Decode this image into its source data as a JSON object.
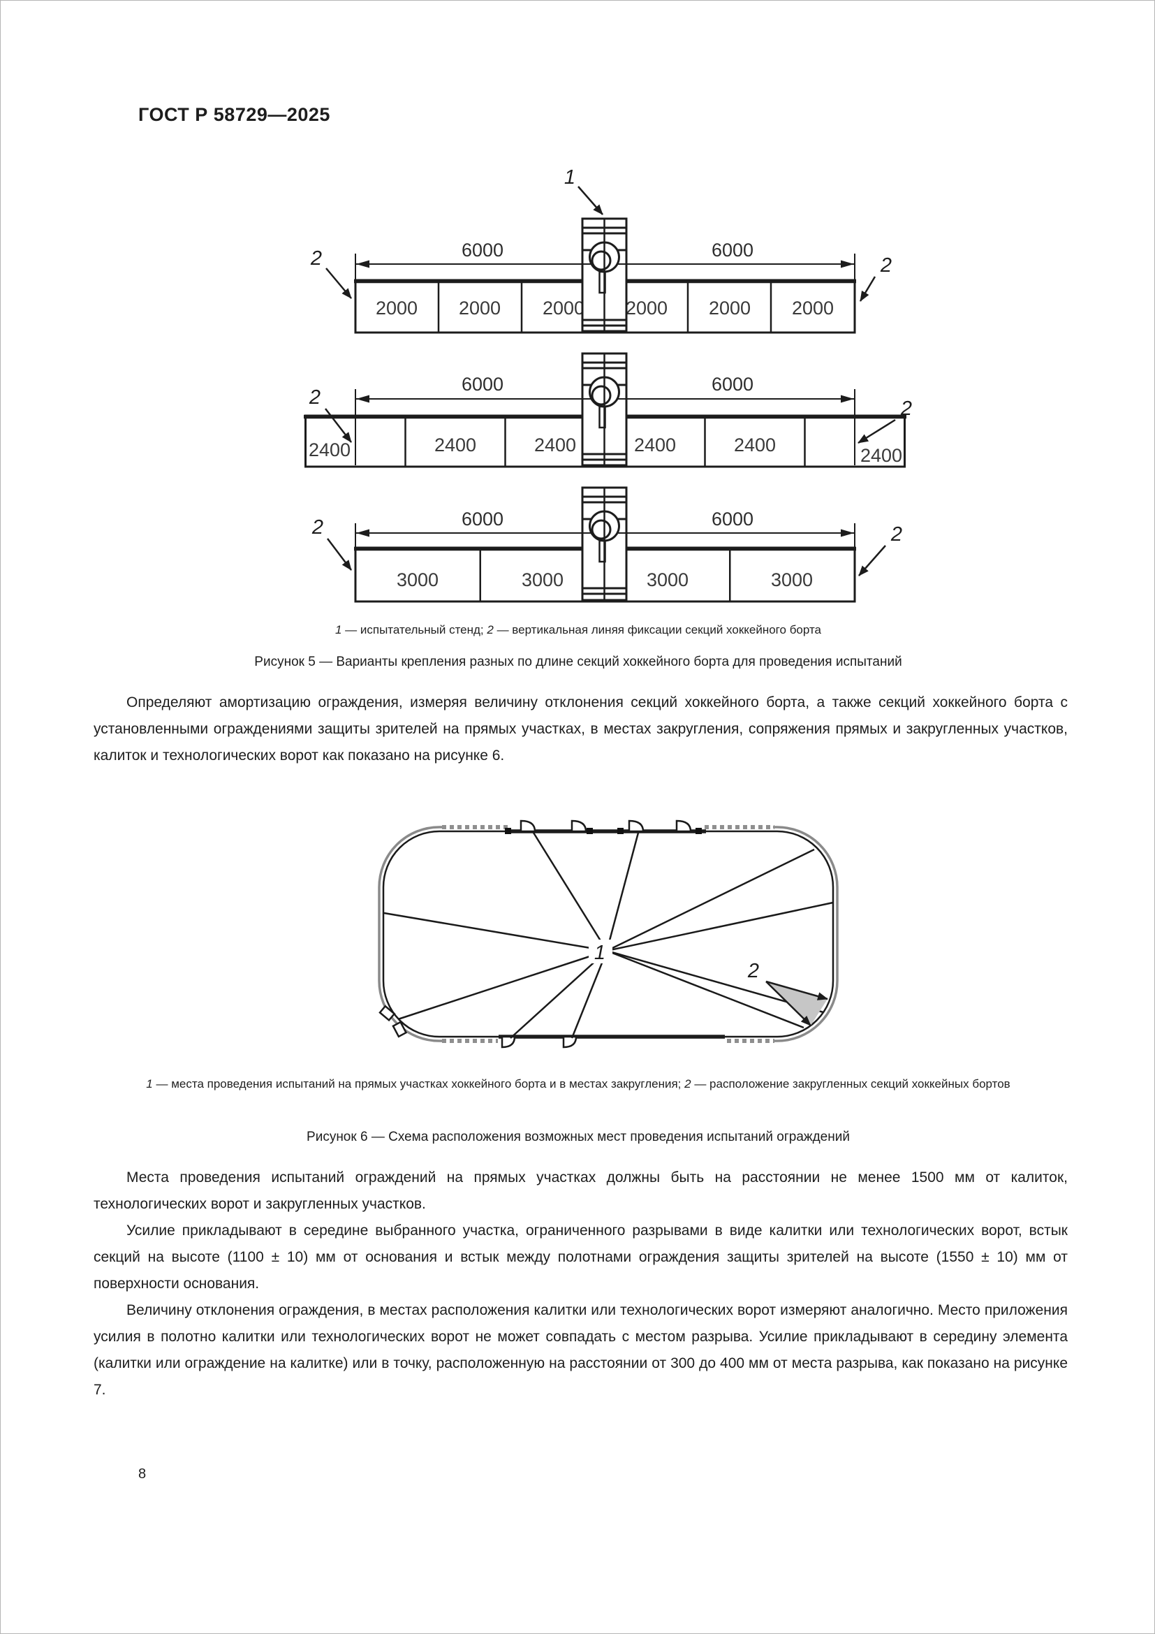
{
  "page": {
    "header": "ГОСТ Р 58729—2025",
    "number": "8"
  },
  "fig5": {
    "pointer1": "1",
    "pointer2": "2",
    "dim": "6000",
    "d1_sections": [
      "2000",
      "2000",
      "2000",
      "2000",
      "2000",
      "2000"
    ],
    "d2_sections": [
      "2400",
      "2400",
      "2400",
      "2400",
      "2400",
      "2400"
    ],
    "d3_sections": [
      "3000",
      "3000",
      "3000",
      "3000"
    ],
    "legend": {
      "n1": "1",
      "t1": " — испытательный стенд; ",
      "n2": "2",
      "t2": " — вертикальная линяя фиксации секций хоккейного борта"
    },
    "title": "Рисунок 5 — Варианты крепления разных по длине секций хоккейного борта для проведения испытаний"
  },
  "fig6": {
    "point1": "1",
    "point2": "2",
    "legend": {
      "n1": "1",
      "t1": " — места проведения испытаний на прямых участках хоккейного борта и в местах закругления; ",
      "n2": "2",
      "t2": " — расположение закругленных секций хоккейных бортов"
    },
    "title": "Рисунок 6 — Схема расположения возможных мест проведения испытаний ограждений"
  },
  "paragraphs": [
    "Определяют амортизацию ограждения, измеряя величину отклонения секций хоккейного борта, а также секций хоккейного борта с установленными ограждениями защиты зрителей на прямых участках, в местах закругления, сопряжения прямых и закругленных участков, калиток и технологических ворот как показано на рисунке 6.",
    "Места проведения испытаний ограждений на прямых участках должны быть на расстоянии не менее 1500 мм от калиток, технологических ворот и закругленных участков.",
    "Усилие прикладывают в середине выбранного участка, ограниченного разрывами в виде калитки или технологических ворот, встык секций на высоте (1100 ± 10) мм от основания и встык между полотнами ограждения защиты зрителей на высоте (1550 ± 10) мм от поверхности основания.",
    "Величину отклонения ограждения, в местах расположения калитки или технологических ворот измеряют аналогично. Место приложения усилия в полотно калитки или технологических ворот не может совпадать с местом разрыва. Усилие прикладывают в середину элемента (калитки или ограждение на калитке) или в точку, расположенную на расстоянии от 300 до 400 мм от места разрыва, как показано на рисунке 7."
  ]
}
